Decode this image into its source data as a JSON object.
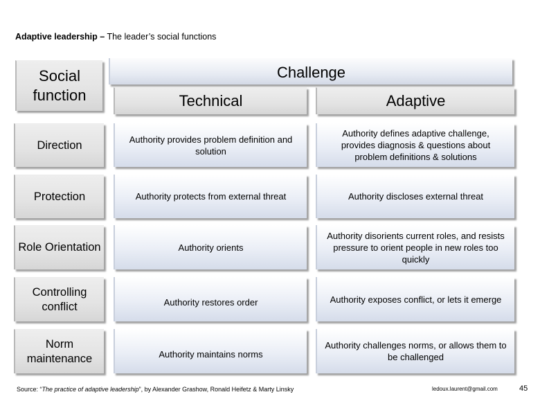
{
  "title": {
    "bold": "Adaptive leadership –",
    "rest": " The leader’s social functions"
  },
  "header": {
    "social_function": "Social function",
    "challenge": "Challenge",
    "technical": "Technical",
    "adaptive": "Adaptive"
  },
  "rows": [
    {
      "function": "Direction",
      "technical": "Authority provides problem definition and solution",
      "adaptive": "Authority defines adaptive challenge, provides diagnosis & questions about problem definitions & solutions"
    },
    {
      "function": "Protection",
      "technical": "Authority protects from external threat",
      "adaptive": "Authority discloses external threat"
    },
    {
      "function": "Role Orientation",
      "technical": "Authority orients",
      "adaptive": "Authority disorients current roles, and resists pressure to orient people in new roles too quickly"
    },
    {
      "function": "Controlling conflict",
      "technical": "Authority restores order",
      "adaptive": "Authority exposes conflict, or lets it emerge"
    },
    {
      "function": "Norm maintenance",
      "technical": "Authority maintains norms",
      "adaptive": "Authority challenges norms, or allows them to be challenged"
    }
  ],
  "footer": {
    "source_prefix": "Source: “",
    "source_title": "The practice of adaptive leadership",
    "source_suffix": "”, by Alexander Grashow, Ronald Heifetz & Marty Linsky",
    "email": "ledoux.laurent@gmail.com",
    "page": "45"
  }
}
